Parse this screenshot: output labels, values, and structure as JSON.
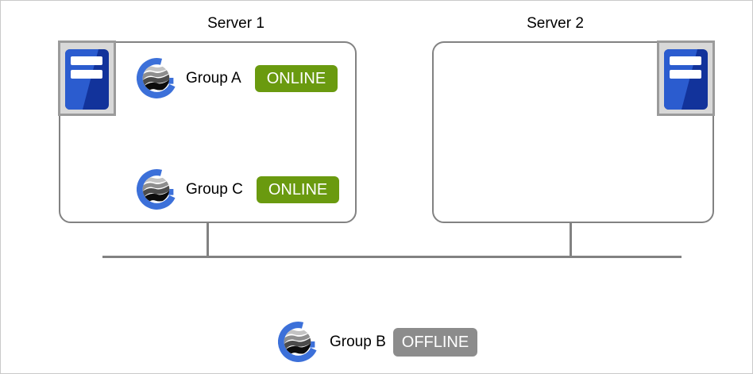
{
  "servers": [
    {
      "title": "Server 1",
      "groups": [
        {
          "name": "Group A",
          "status": "ONLINE"
        },
        {
          "name": "Group C",
          "status": "ONLINE"
        }
      ]
    },
    {
      "title": "Server 2",
      "groups": []
    }
  ],
  "unassigned_group": {
    "name": "Group B",
    "status": "OFFLINE"
  },
  "colors": {
    "status_online": "#6a9a0f",
    "status_offline": "#8c8c8c",
    "connector_line": "#828282",
    "box_border": "#828282",
    "group_icon_blue": "#3c70d9",
    "server_icon_blue_dark": "#12339b",
    "server_icon_blue_light": "#2b5ccf",
    "server_icon_frame": "#9b9b9b"
  }
}
